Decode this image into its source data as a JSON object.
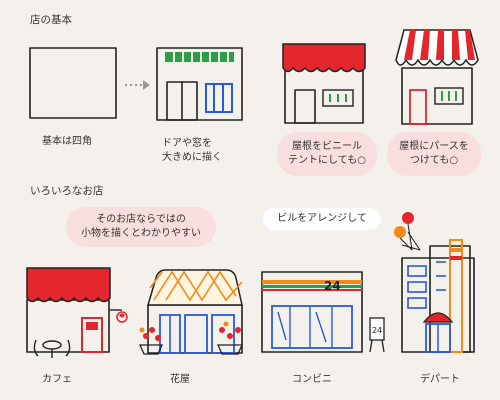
{
  "section1": {
    "heading": "店の基本",
    "caption_basic": "基本は四角",
    "caption_door": "ドアや窓を\n大きめに描く",
    "bubble_vinyl": "屋根をビニール\nテントにしても○",
    "bubble_perspective": "屋根にパースを\nつけても○"
  },
  "section2": {
    "heading": "いろいろなお店",
    "bubble_items": "そのお店ならではの\n小物を描くとわかりやすい",
    "bubble_building": "ビルをアレンジして",
    "labels": {
      "cafe": "カフェ",
      "flower": "花屋",
      "convenience": "コンビニ",
      "department": "デパート"
    },
    "convenience_sign": "24",
    "convenience_standee": "24"
  },
  "colors": {
    "red": "#e3262b",
    "green": "#2e9e45",
    "blue": "#2a5bd7",
    "orange": "#f28a1a",
    "paper": "#f4f1ec",
    "bubble": "#f8dede"
  }
}
